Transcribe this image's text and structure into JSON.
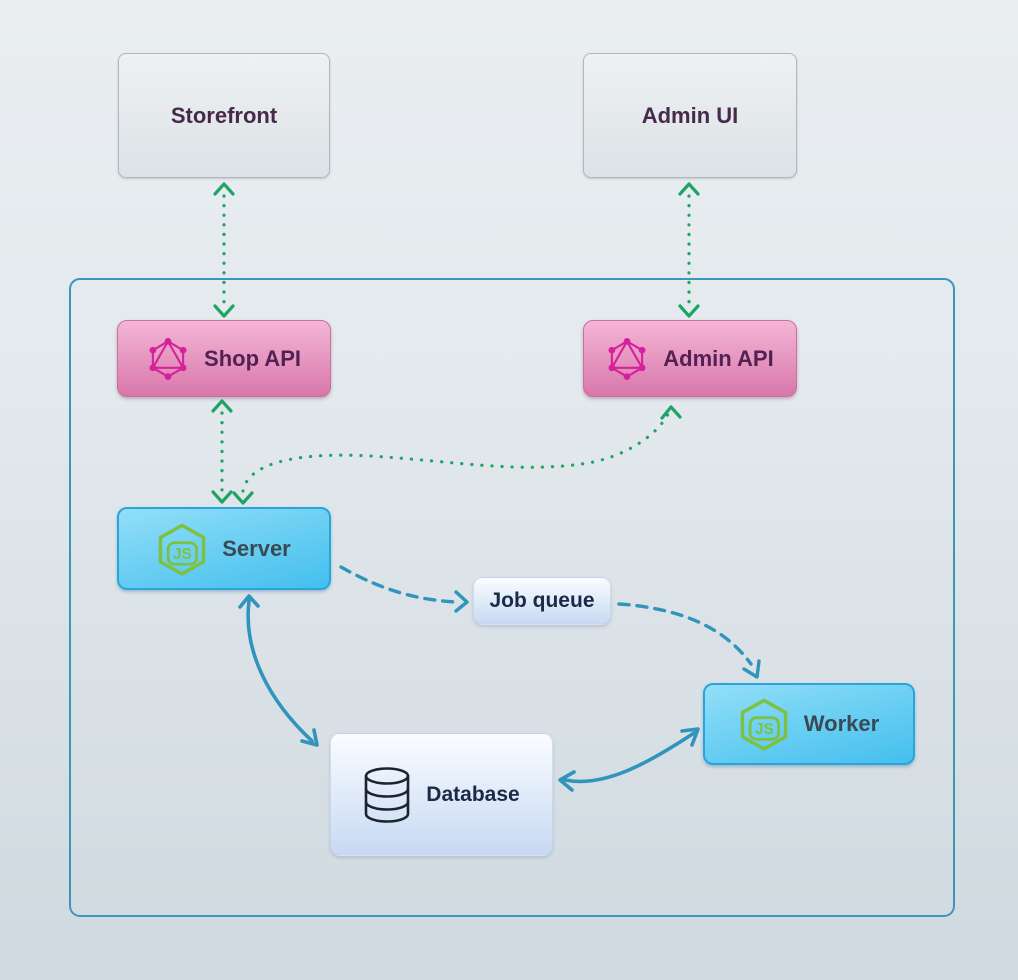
{
  "diagram": {
    "type": "architecture-diagram",
    "nodes": {
      "storefront": {
        "label": "Storefront"
      },
      "admin_ui": {
        "label": "Admin UI"
      },
      "shop_api": {
        "label": "Shop API",
        "icon": "graphql-icon"
      },
      "admin_api": {
        "label": "Admin API",
        "icon": "graphql-icon"
      },
      "server": {
        "label": "Server",
        "icon": "nodejs-icon"
      },
      "job_queue": {
        "label": "Job queue"
      },
      "worker": {
        "label": "Worker",
        "icon": "nodejs-icon"
      },
      "database": {
        "label": "Database",
        "icon": "database-icon"
      }
    },
    "edges": [
      {
        "from": "Storefront",
        "to": "Shop API",
        "style": "dotted",
        "color": "green",
        "bidirectional": true
      },
      {
        "from": "Admin UI",
        "to": "Admin API",
        "style": "dotted",
        "color": "green",
        "bidirectional": true
      },
      {
        "from": "Shop API",
        "to": "Server",
        "style": "dotted",
        "color": "green",
        "bidirectional": true
      },
      {
        "from": "Server",
        "to": "Admin API",
        "style": "dotted",
        "color": "green",
        "bidirectional": true
      },
      {
        "from": "Server",
        "to": "Job queue",
        "style": "dashed",
        "color": "blue",
        "bidirectional": false
      },
      {
        "from": "Job queue",
        "to": "Worker",
        "style": "dashed",
        "color": "blue",
        "bidirectional": false
      },
      {
        "from": "Server",
        "to": "Database",
        "style": "solid",
        "color": "blue",
        "bidirectional": true
      },
      {
        "from": "Database",
        "to": "Worker",
        "style": "solid",
        "color": "blue",
        "bidirectional": true
      }
    ],
    "colors": {
      "edge_green": "#1ea566",
      "edge_blue": "#3094bc",
      "container_border": "#3a97ba",
      "graphql_pink": "#d6219c",
      "nodejs_green": "#7ec141",
      "pink_node_top": "#f4b6d6",
      "pink_node_bottom": "#d877ab",
      "cyan_node_top": "#93dff8",
      "cyan_node_bottom": "#44bfee",
      "gray_node_top": "#eef1f3",
      "gray_node_bottom": "#dce2e6",
      "lightblue_node_top": "#fafdff",
      "lightblue_node_bottom": "#c7d9f2"
    }
  }
}
